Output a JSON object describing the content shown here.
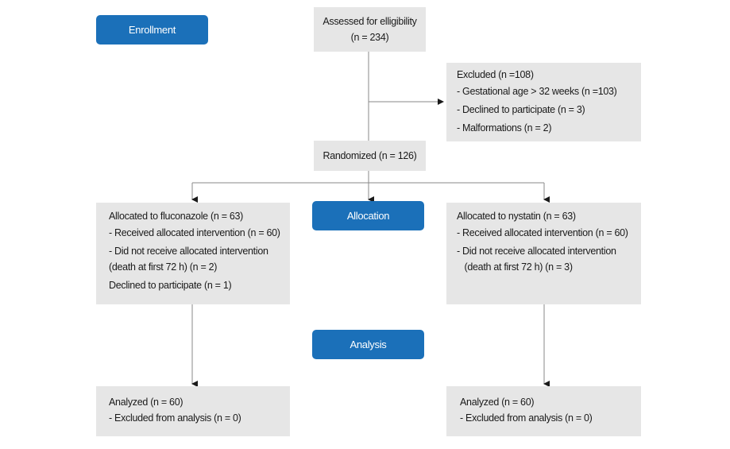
{
  "stages": {
    "enrollment": "Enrollment",
    "allocation": "Allocation",
    "analysis": "Analysis"
  },
  "assessed": {
    "line1": "Assessed for elligibility",
    "line2": "(n = 234)"
  },
  "excluded": {
    "title": "Excluded (n =108)",
    "items": [
      "-  Gestational age > 32 weeks (n =103)",
      "-  Declined to participate (n = 3)",
      "-  Malformations (n = 2)"
    ]
  },
  "randomized": "Randomized (n = 126)",
  "fluconazole": {
    "title": "Allocated to fluconazole (n = 63)",
    "lines": [
      "-  Received allocated intervention (n = 60)",
      "-  Did not receive allocated intervention",
      "(death at first 72 h) (n = 2)",
      "Declined to participate (n = 1)"
    ]
  },
  "nystatin": {
    "title": "Allocated to nystatin (n = 63)",
    "lines": [
      "-  Received allocated intervention (n = 60)",
      "-  Did not receive allocated intervention",
      "   (death at first 72 h) (n = 3)"
    ]
  },
  "analyzed_left": {
    "title": "Analyzed (n = 60)",
    "line": "-  Excluded from analysis (n = 0)"
  },
  "analyzed_right": {
    "title": "Analyzed (n = 60)",
    "line": "-  Excluded from analysis (n = 0)"
  },
  "colors": {
    "stage_pill": "#1b70b9",
    "box_fill": "#e6e6e6",
    "connector": "#8a8a8a"
  }
}
